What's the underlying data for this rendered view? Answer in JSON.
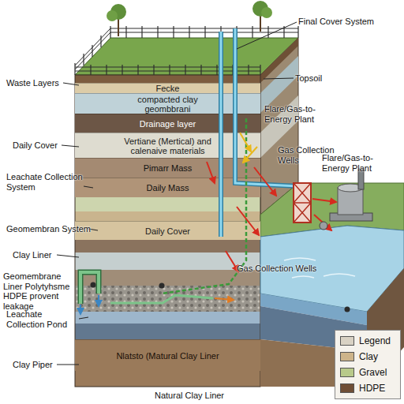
{
  "diagram": {
    "nodes": [
      {
        "text": [
          "Fecke"
        ]
      },
      {
        "text": [
          "compacted clay geombbrani"
        ]
      },
      {
        "text": [
          "Drainage layer"
        ]
      },
      {
        "text": [
          "Vertiane (Mertical) and calenaive materials"
        ]
      },
      {
        "text": [
          "Pimarr Mass"
        ]
      },
      {
        "text": [
          "Daily Mass"
        ]
      },
      {
        "text": [
          "Daily Cover"
        ]
      },
      {
        "text": [
          "Nlatsto (Matural Clay Liner"
        ]
      }
    ],
    "labels": [
      "Final Cover System",
      "Waste Layers",
      "Topsoil",
      "Flare/Gas-to-Energy Plant",
      "Gas Collection Wells",
      "Daily Cover",
      "Flare/Gas-to-Energy Plant",
      "Leachate Collection System",
      "Geomembran System",
      "Clay Liner",
      "Gas Collection Wells",
      "Geomembrane Liner Polytyhsme HDPE provent leakage",
      "Leachate Collection Pond",
      "Clay Piper",
      "Natural Clay Liner"
    ],
    "legend": [
      {
        "text": "Legend",
        "color": "#d9d2c4"
      },
      {
        "text": "Clay",
        "color": "#cdb48a"
      },
      {
        "text": "Gravel",
        "color": "#b8c98a"
      },
      {
        "text": "HDPE",
        "color": "#6f4e36"
      }
    ]
  }
}
